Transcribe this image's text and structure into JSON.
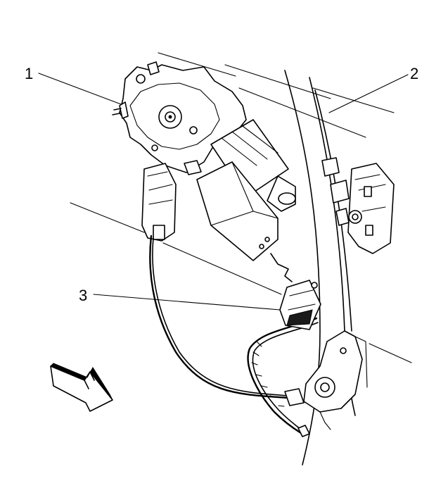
{
  "figure": {
    "callouts": [
      {
        "id": "1",
        "label": "1"
      },
      {
        "id": "2",
        "label": "2"
      },
      {
        "id": "3",
        "label": "3"
      }
    ],
    "icons": [
      "direction-arrow-icon"
    ]
  }
}
